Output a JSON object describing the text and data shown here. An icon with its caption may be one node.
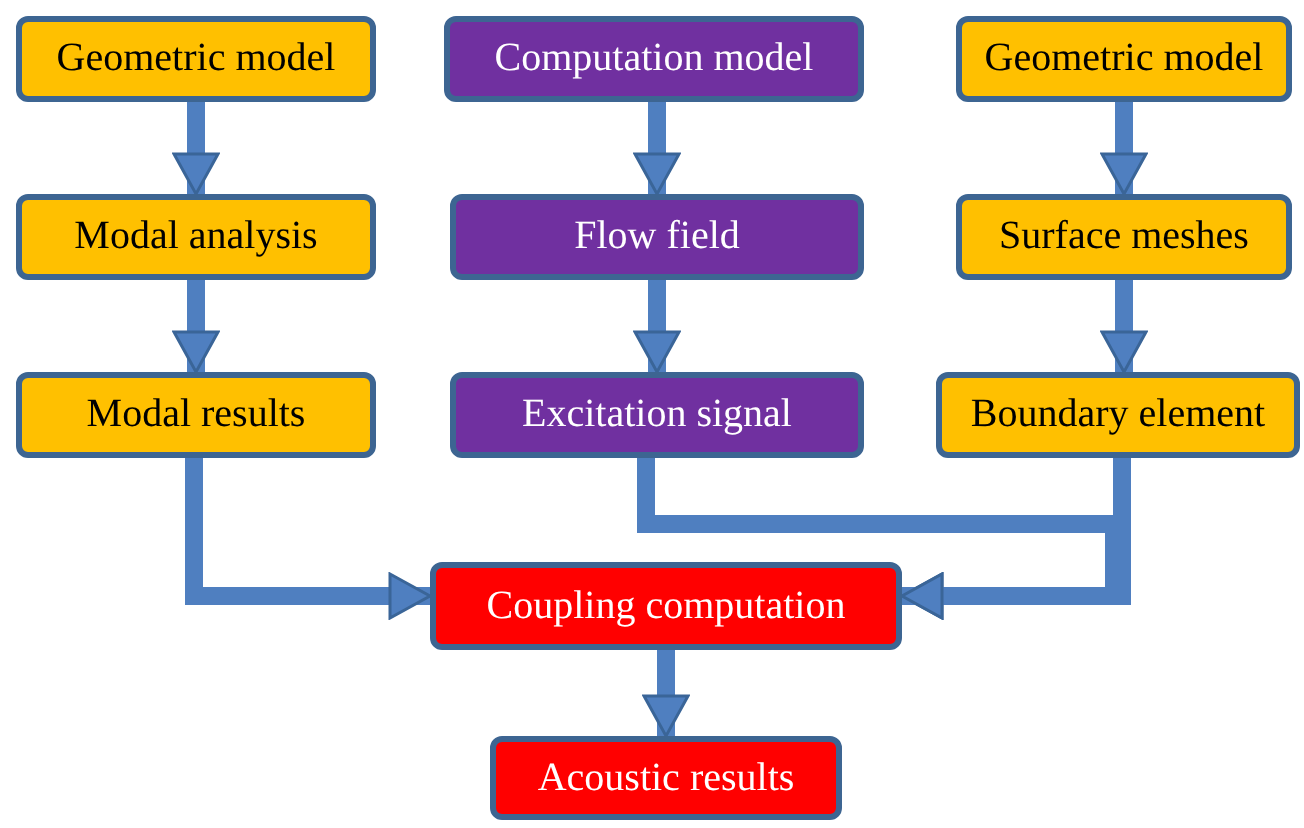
{
  "diagram": {
    "nodes": [
      {
        "text": [
          "Geometric model"
        ]
      },
      {
        "text": [
          "Computation model"
        ]
      },
      {
        "text": [
          "Geometric model"
        ]
      },
      {
        "text": [
          "Modal analysis"
        ]
      },
      {
        "text": [
          "Flow field"
        ]
      },
      {
        "text": [
          "Surface meshes"
        ]
      },
      {
        "text": [
          "Modal results"
        ]
      },
      {
        "text": [
          "Excitation signal"
        ]
      },
      {
        "text": [
          "Boundary element"
        ]
      },
      {
        "text": [
          "Coupling computation"
        ]
      },
      {
        "text": [
          "Acoustic results"
        ]
      }
    ],
    "edges": [
      {
        "from": 0,
        "to": 3,
        "arrow": "to"
      },
      {
        "from": 1,
        "to": 4,
        "arrow": "to"
      },
      {
        "from": 2,
        "to": 5,
        "arrow": "to"
      },
      {
        "from": 3,
        "to": 6,
        "arrow": "to"
      },
      {
        "from": 4,
        "to": 7,
        "arrow": "to"
      },
      {
        "from": 5,
        "to": 8,
        "arrow": "to"
      },
      {
        "from": 6,
        "to": 9,
        "arrow": "to"
      },
      {
        "from": 7,
        "to": 9,
        "arrow": "to"
      },
      {
        "from": 8,
        "to": 9,
        "arrow": "to"
      },
      {
        "from": 9,
        "to": 10,
        "arrow": "to"
      }
    ]
  }
}
